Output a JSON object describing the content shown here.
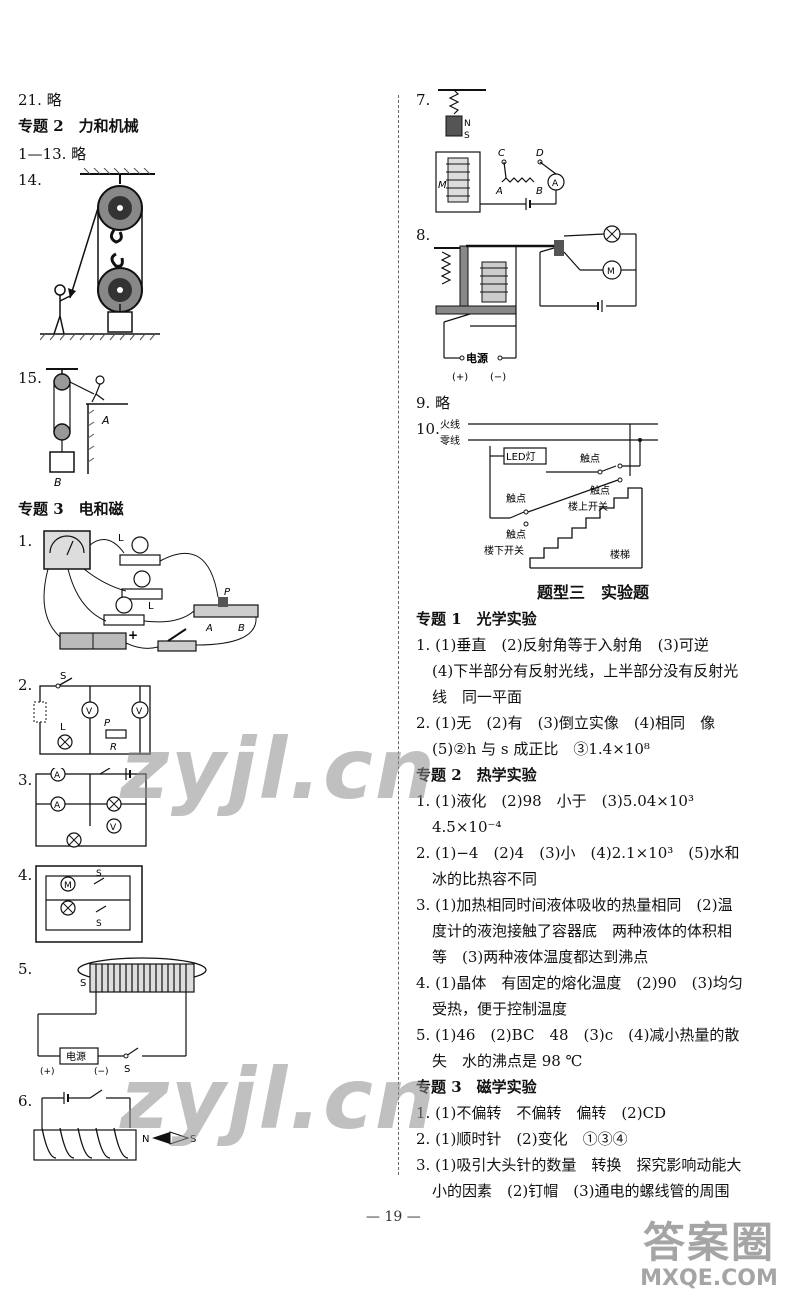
{
  "left": {
    "q21": "21. 略",
    "topic2": "专题 2　力和机械",
    "q1_13": "1—13. 略",
    "q14": "14.",
    "q15": "15.",
    "q15_labels": {
      "a": "A",
      "b": "B"
    },
    "topic3": "专题 3　电和磁",
    "q1": "1.",
    "q1_labels": {
      "l1": "L",
      "l2": "L",
      "p": "P",
      "a": "A",
      "b": "B"
    },
    "q2": "2.",
    "q2_labels": {
      "s": "S",
      "l": "L",
      "p": "P",
      "r": "R"
    },
    "q3": "3.",
    "q4": "4.",
    "q4_labels": {
      "s1": "S",
      "s2": "S"
    },
    "q5": "5.",
    "q5_labels": {
      "s1": "S",
      "s2": "S",
      "power": "电源",
      "plus": "(+)",
      "minus": "(−)"
    },
    "q6": "6.",
    "q6_labels": {
      "n": "N",
      "s": "S"
    }
  },
  "right": {
    "q7": "7.",
    "q7_labels": {
      "n": "N",
      "s": "S",
      "c": "C",
      "d": "D",
      "m": "M",
      "a": "A",
      "b": "B",
      "ammeter": "A"
    },
    "q8": "8.",
    "q8_labels": {
      "power": "电源",
      "plus": "(+)",
      "minus": "(−)",
      "motor": "M"
    },
    "q9": "9. 略",
    "q10": "10.",
    "q10_labels": {
      "live": "火线",
      "neutral": "零线",
      "led": "LED灯",
      "contact1": "触点",
      "contact2": "触点",
      "contact3": "触点",
      "contact4": "触点",
      "upstairs": "楼上开关",
      "downstairs": "楼下开关",
      "stairs": "楼梯"
    },
    "section": "题型三　实验题",
    "t1": "专题 1　光学实验",
    "t1_lines": [
      "1. (1)垂直　(2)反射角等于入射角　(3)可逆",
      "(4)下半部分有反射光线，上半部分没有反射光",
      "线　同一平面",
      "2. (1)无　(2)有　(3)倒立实像　(4)相同　像",
      "(5)②h 与 s 成正比　③1.4×10⁸"
    ],
    "t2": "专题 2　热学实验",
    "t2_lines": [
      "1. (1)液化　(2)98　小于　(3)5.04×10³",
      "4.5×10⁻⁴",
      "2. (1)−4　(2)4　(3)小　(4)2.1×10³　(5)水和",
      "冰的比热容不同",
      "3. (1)加热相同时间液体吸收的热量相同　(2)温",
      "度计的液泡接触了容器底　两种液体的体积相",
      "等　(3)两种液体温度都达到沸点",
      "4. (1)晶体　有固定的熔化温度　(2)90　(3)均匀",
      "受热，便于控制温度",
      "5. (1)46　(2)BC　48　(3)c　(4)减小热量的散",
      "失　水的沸点是 98 ℃"
    ],
    "t3": "专题 3　磁学实验",
    "t3_lines": [
      "1. (1)不偏转　不偏转　偏转　(2)CD",
      "2. (1)顺时针　(2)变化　①③④",
      "3. (1)吸引大头针的数量　转换　探究影响动能大",
      "小的因素　(2)钉帽　(3)通电的螺线管的周围"
    ]
  },
  "footer": {
    "page": "19"
  },
  "watermark": {
    "text1": "zyjl.cn",
    "text2": "zyjl.cn",
    "logo": "答案圈",
    "logo_url": "MXQE.COM"
  }
}
